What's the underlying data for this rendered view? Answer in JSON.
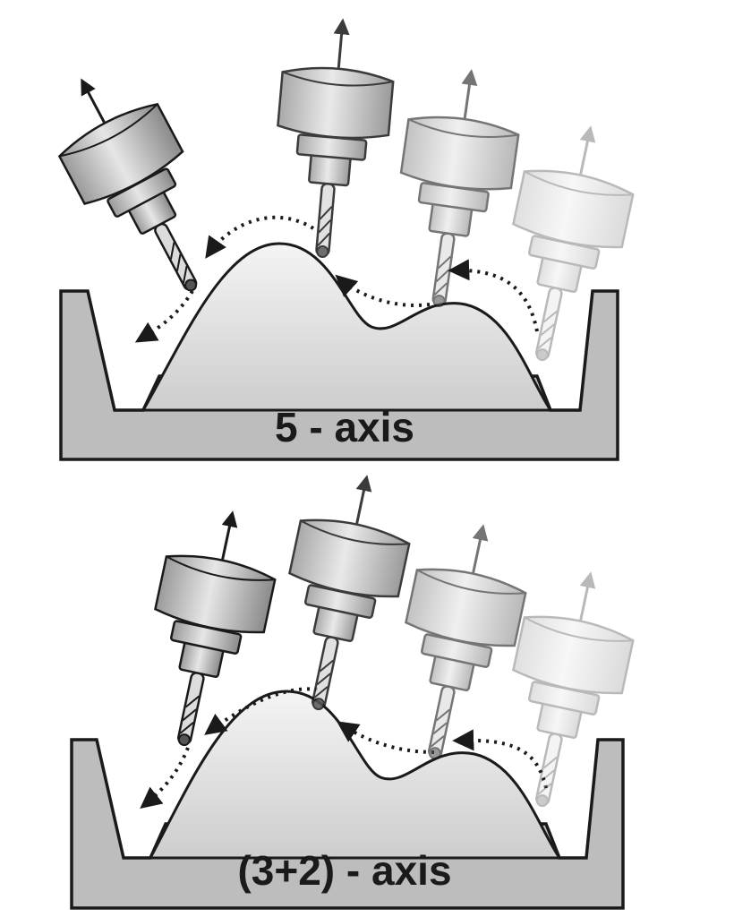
{
  "panels": [
    {
      "id": "five-axis",
      "label": "5 - axis",
      "tool_count": 4,
      "tool_axis": "tilted — follows surface normal, changes per position"
    },
    {
      "id": "three-plus-two-axis",
      "label": "(3+2) - axis",
      "tool_count": 4,
      "tool_axis": "fixed tilt — same orientation at every position"
    }
  ],
  "colors": {
    "outline": "#1a1a1a",
    "fixture_fill": "#bdbdbd",
    "surface_fill_light": "#f2f2f2",
    "surface_fill_dark": "#cfcfcf"
  },
  "icons": [
    "spindle-tool",
    "tool-axis-arrow",
    "dotted-path-arrow"
  ]
}
